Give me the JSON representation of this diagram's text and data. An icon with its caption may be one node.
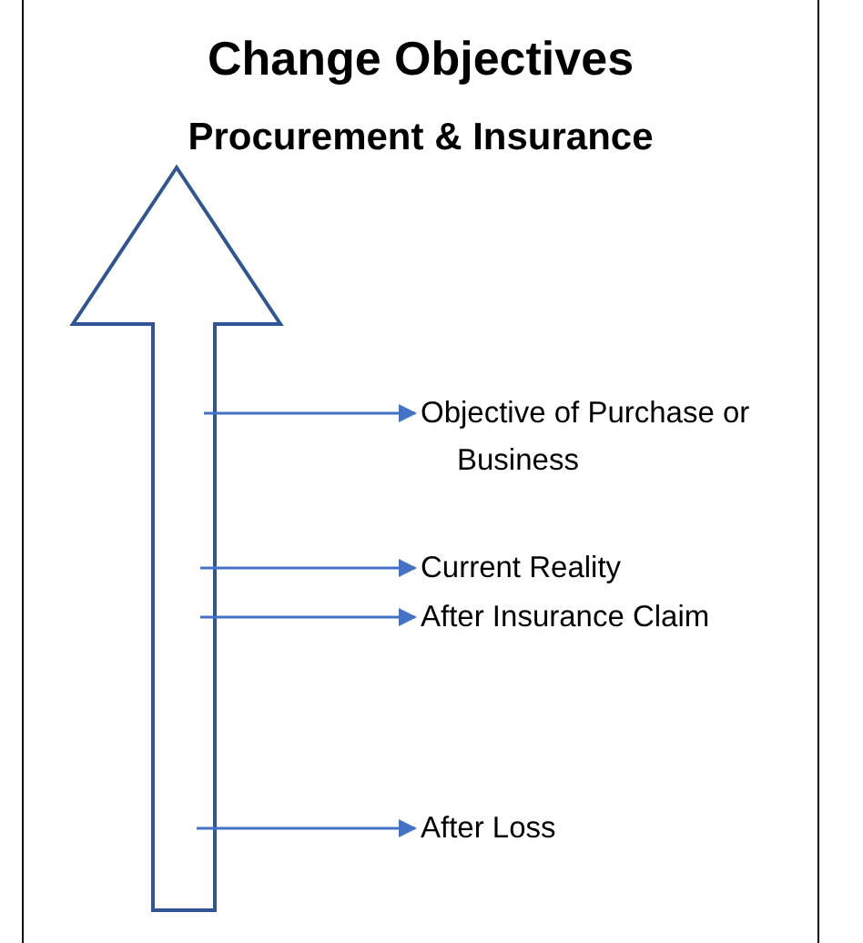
{
  "diagram": {
    "title": "Change Objectives",
    "nodes": [
      {
        "text": [
          "Objective of Purchase or Business"
        ]
      },
      {
        "text": [
          "Current Reality"
        ]
      },
      {
        "text": [
          "After Insurance Claim"
        ]
      },
      {
        "text": [
          "After Loss"
        ]
      }
    ],
    "edges": [
      {
        "from": null,
        "to": 0,
        "arrow": "to"
      },
      {
        "from": null,
        "to": 1,
        "arrow": "to"
      },
      {
        "from": null,
        "to": 2,
        "arrow": "to"
      },
      {
        "from": null,
        "to": 3,
        "arrow": "to"
      }
    ],
    "labels": [
      "Procurement & Insurance"
    ]
  }
}
